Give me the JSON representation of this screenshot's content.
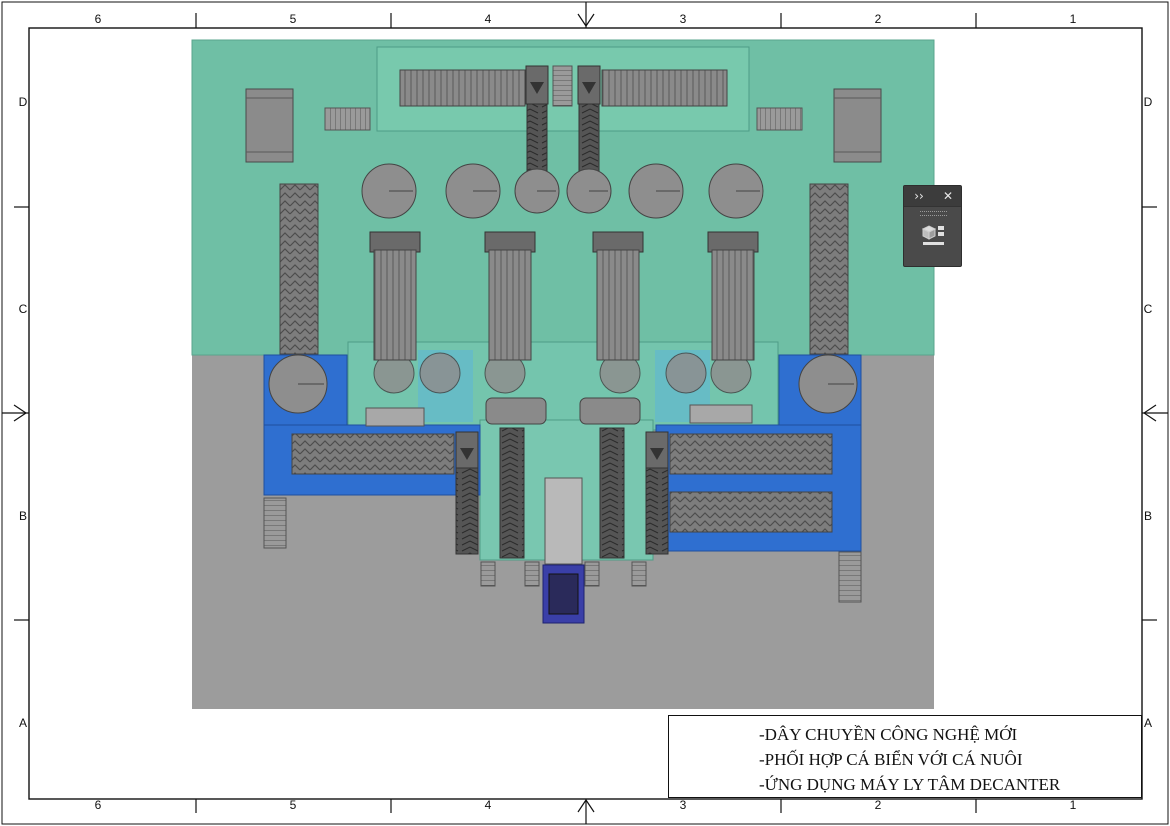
{
  "border": {
    "column_labels_top": [
      "6",
      "5",
      "4",
      "3",
      "2",
      "1"
    ],
    "column_labels_bottom": [
      "6",
      "5",
      "4",
      "3",
      "2",
      "1"
    ],
    "row_labels_left": [
      "D",
      "C",
      "B",
      "A"
    ],
    "row_labels_right": [
      "D",
      "C",
      "B",
      "A"
    ]
  },
  "title_block": {
    "lines": [
      "-DÂY CHUYỀN CÔNG NGHỆ MỚI",
      "-PHỐI HỢP CÁ BIỂN VỚI CÁ NUÔI",
      "-ỨNG DỤNG MÁY LY TÂM DECANTER"
    ]
  },
  "mini_panel": {
    "expand_glyph": "››",
    "close_glyph": "✕",
    "tool_icon": "view-cube-icon"
  },
  "colors": {
    "upper_floor": "#6fbfa5",
    "lower_floor": "#9c9c9c",
    "blue_zone": "#2f6fd0",
    "equipment": "#8e8e8e",
    "sheet_frame": "#111111"
  }
}
